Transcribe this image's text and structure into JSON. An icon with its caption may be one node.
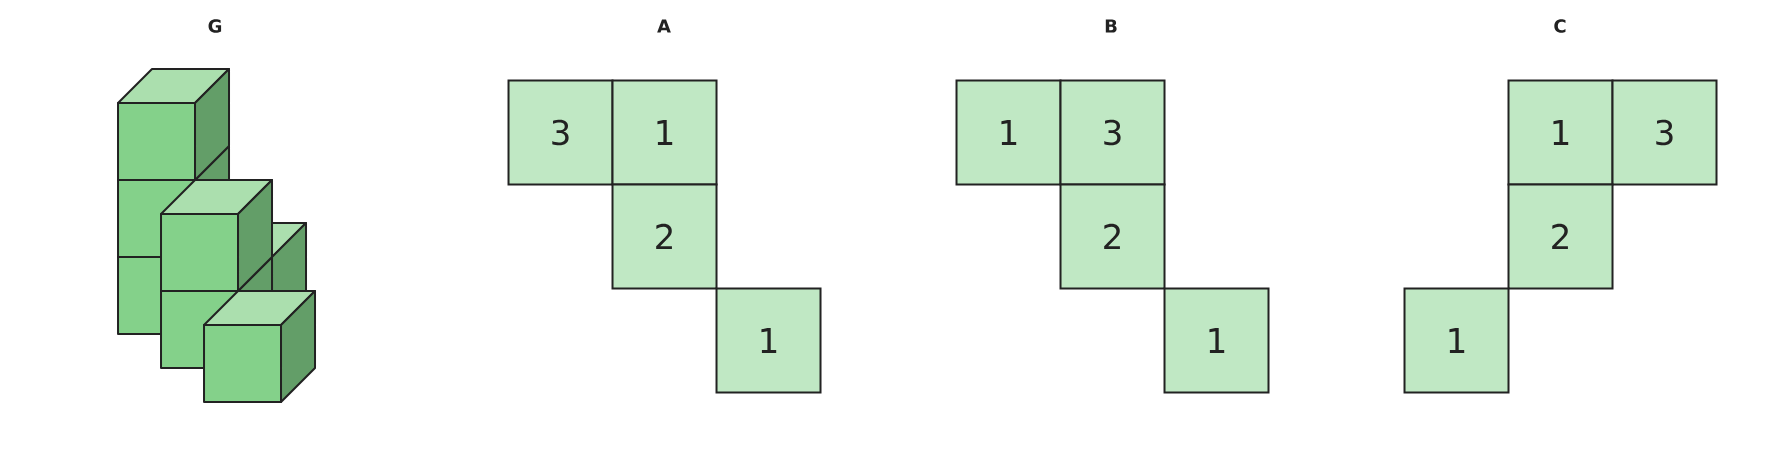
{
  "diagram": {
    "nodes": [
      {
        "text": [
          "3"
        ]
      },
      {
        "text": [
          "1"
        ]
      },
      {
        "text": [
          "2"
        ]
      },
      {
        "text": [
          "1"
        ]
      },
      {
        "text": [
          "1"
        ]
      },
      {
        "text": [
          "3"
        ]
      },
      {
        "text": [
          "2"
        ]
      },
      {
        "text": [
          "1"
        ]
      },
      {
        "text": [
          "1"
        ]
      },
      {
        "text": [
          "3"
        ]
      },
      {
        "text": [
          "2"
        ]
      },
      {
        "text": [
          "1"
        ]
      }
    ],
    "labels": [
      "G",
      "A",
      "B",
      "C"
    ]
  }
}
